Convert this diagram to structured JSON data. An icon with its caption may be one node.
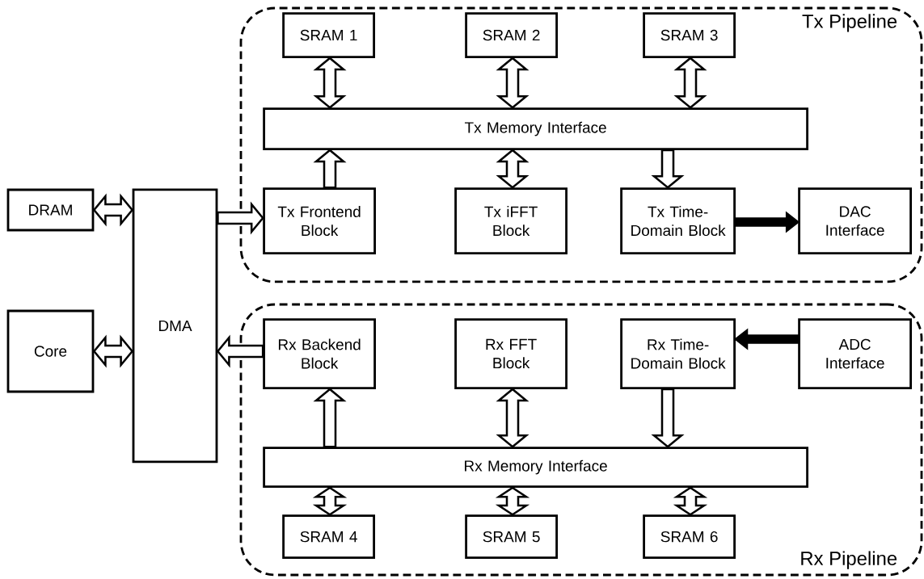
{
  "diagram": {
    "nodes": [
      {
        "text": [
          "Tx Pipeline"
        ]
      },
      {
        "text": [
          "SRAM 1"
        ],
        "in": 0
      },
      {
        "text": [
          "SRAM 2"
        ],
        "in": 0
      },
      {
        "text": [
          "SRAM 3"
        ],
        "in": 0
      },
      {
        "text": [
          "Tx Memory Interface"
        ],
        "in": 0
      },
      {
        "text": [
          "DRAM"
        ]
      },
      {
        "text": [
          "DMA"
        ]
      },
      {
        "text": [
          "Tx Frontend Block"
        ],
        "in": 0
      },
      {
        "text": [
          "Tx iFFT Block"
        ],
        "in": 0
      },
      {
        "text": [
          "Tx Time- Domain Block"
        ],
        "in": 0
      },
      {
        "text": [
          "DAC Interface"
        ],
        "in": 0
      },
      {
        "text": [
          "Core"
        ]
      },
      {
        "text": [
          "Rx Pipeline"
        ]
      },
      {
        "text": [
          "Rx Backend Block"
        ],
        "in": 12
      },
      {
        "text": [
          "Rx FFT Block"
        ],
        "in": 12
      },
      {
        "text": [
          "Rx Time- Domain Block"
        ],
        "in": 12
      },
      {
        "text": [
          "ADC Interface"
        ],
        "in": 12
      },
      {
        "text": [
          "Rx Memory Interface"
        ],
        "in": 12
      },
      {
        "text": [
          "SRAM 4"
        ],
        "in": 12
      },
      {
        "text": [
          "SRAM 5"
        ],
        "in": 12
      },
      {
        "text": [
          "SRAM 6"
        ],
        "in": 12
      }
    ],
    "edges": [
      {
        "from": 1,
        "to": 4,
        "arrow": "both"
      },
      {
        "from": 2,
        "to": 4,
        "arrow": "both"
      },
      {
        "from": 3,
        "to": 4,
        "arrow": "both"
      },
      {
        "from": 7,
        "to": 4,
        "arrow": "to"
      },
      {
        "from": 8,
        "to": 4,
        "arrow": "both"
      },
      {
        "from": 4,
        "to": 9,
        "arrow": "to"
      },
      {
        "from": 9,
        "to": 10,
        "arrow": "to",
        "style": "thick"
      },
      {
        "from": 5,
        "to": 6,
        "arrow": "both"
      },
      {
        "from": 6,
        "to": 7,
        "arrow": "to"
      },
      {
        "from": 11,
        "to": 6,
        "arrow": "both"
      },
      {
        "from": 13,
        "to": 6,
        "arrow": "to"
      },
      {
        "from": 16,
        "to": 15,
        "arrow": "to",
        "style": "thick"
      },
      {
        "from": 17,
        "to": 13,
        "arrow": "to"
      },
      {
        "from": 14,
        "to": 17,
        "arrow": "both"
      },
      {
        "from": 15,
        "to": 17,
        "arrow": "to"
      },
      {
        "from": 17,
        "to": 18,
        "arrow": "both"
      },
      {
        "from": 17,
        "to": 19,
        "arrow": "both"
      },
      {
        "from": 17,
        "to": 20,
        "arrow": "both"
      }
    ]
  }
}
